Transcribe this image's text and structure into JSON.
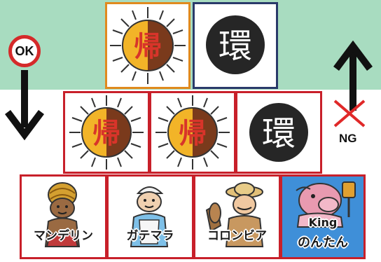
{
  "signs": {
    "ok_label": "OK",
    "ng_label": "NG"
  },
  "tiles": {
    "kaeru_char": "帰",
    "kan_char": "環"
  },
  "cards": [
    {
      "caption": "マンデリン"
    },
    {
      "caption": "ガテマラ"
    },
    {
      "caption": "コロンビア"
    },
    {
      "caption_line1": "King",
      "caption_line2": "のんたん"
    }
  ],
  "colors": {
    "band": "#a8dcc0",
    "red_border": "#c8202a",
    "orange_border": "#e08a1e",
    "navy_border": "#2a3a6a",
    "sun_yellow": "#f2b428",
    "sun_brown": "#7a3a1c",
    "kan_disc": "#262626",
    "king_bg": "#3f8fd8"
  }
}
